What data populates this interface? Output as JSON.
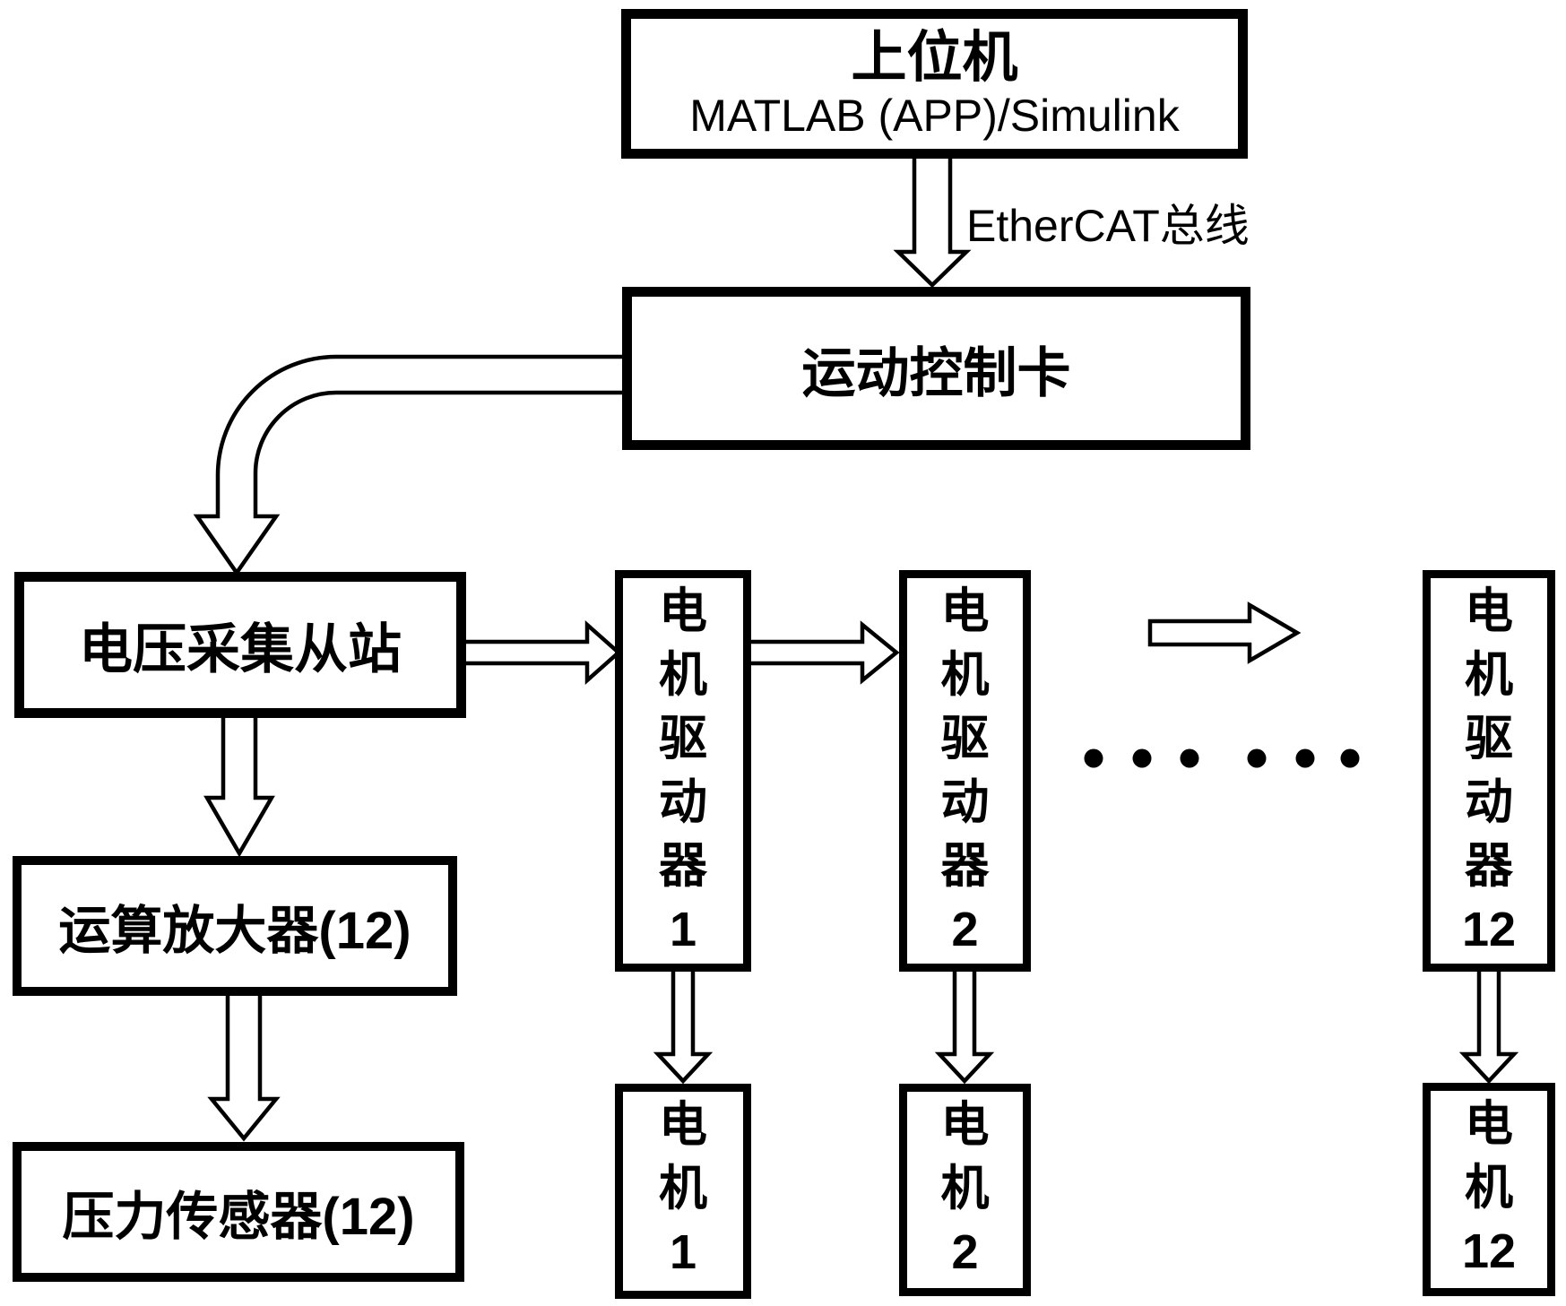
{
  "diagram": {
    "host": {
      "title": "上位机",
      "subtitle": "MATLAB (APP)/Simulink"
    },
    "bus_label": "EtherCAT总线",
    "motion_card": {
      "label": "运动控制卡"
    },
    "voltage_slave": {
      "label": "电压采集从站"
    },
    "op_amp": {
      "label": "运算放大器(12)"
    },
    "pressure_sensor": {
      "label": "压力传感器(12)"
    },
    "drivers": [
      {
        "label": "电机驱动器",
        "number": "1"
      },
      {
        "label": "电机驱动器",
        "number": "2"
      },
      {
        "label": "电机驱动器",
        "number": "12"
      }
    ],
    "motors": [
      {
        "label": "电机",
        "number": "1"
      },
      {
        "label": "电机",
        "number": "2"
      },
      {
        "label": "电机",
        "number": "12"
      }
    ],
    "colors": {
      "line": "#000000",
      "fill": "#ffffff"
    }
  }
}
